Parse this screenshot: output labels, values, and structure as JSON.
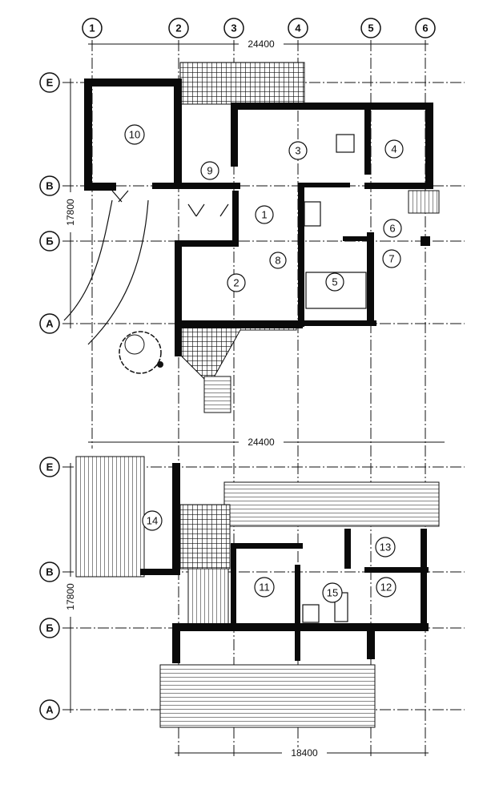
{
  "axes": {
    "columns": [
      "1",
      "2",
      "3",
      "4",
      "5",
      "6"
    ],
    "rows_upper": [
      "Е",
      "В",
      "Б",
      "А"
    ],
    "rows_lower": [
      "Е",
      "В",
      "Б",
      "А"
    ]
  },
  "dimensions": {
    "upper_width": "24400",
    "upper_depth": "17800",
    "lower_width": "24400",
    "lower_depth": "17800",
    "lower_bottom_width": "18400"
  },
  "rooms": [
    "1",
    "2",
    "3",
    "4",
    "5",
    "6",
    "7",
    "8",
    "9",
    "10",
    "11",
    "12",
    "13",
    "14",
    "15"
  ]
}
